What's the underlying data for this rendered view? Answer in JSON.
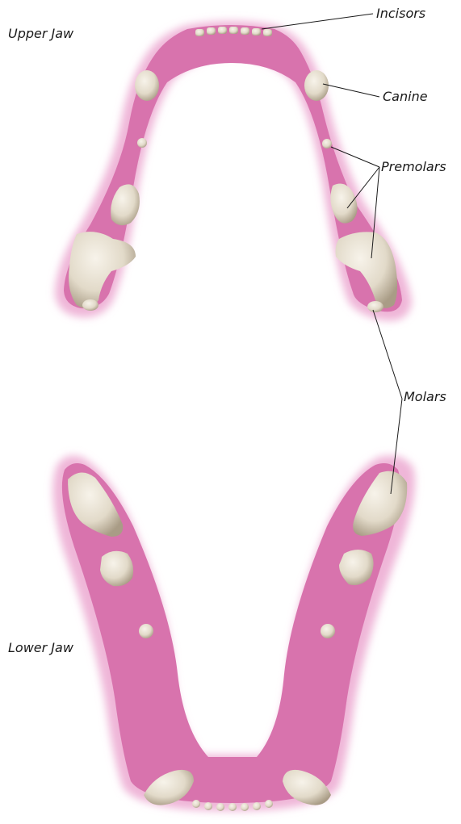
{
  "jaw_labels": {
    "upper": "Upper Jaw",
    "lower": "Lower Jaw"
  },
  "tooth_labels": {
    "incisors": "Incisors",
    "canine": "Canine",
    "premolars": "Premolars",
    "molars": "Molars"
  },
  "colors": {
    "gum": "#d873ad",
    "gum_edge": "#efb6d8",
    "tooth": "#e9e3d6",
    "tooth_shade": "#b9ad98",
    "leader_line": "#1a1a1a"
  }
}
